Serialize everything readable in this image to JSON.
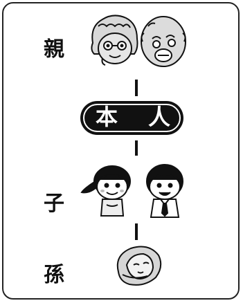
{
  "diagram": {
    "generations": {
      "parents_label": "親",
      "children_label": "子",
      "grandchildren_label": "孫"
    },
    "self_badge": {
      "char1": "本",
      "char2": "人"
    }
  }
}
